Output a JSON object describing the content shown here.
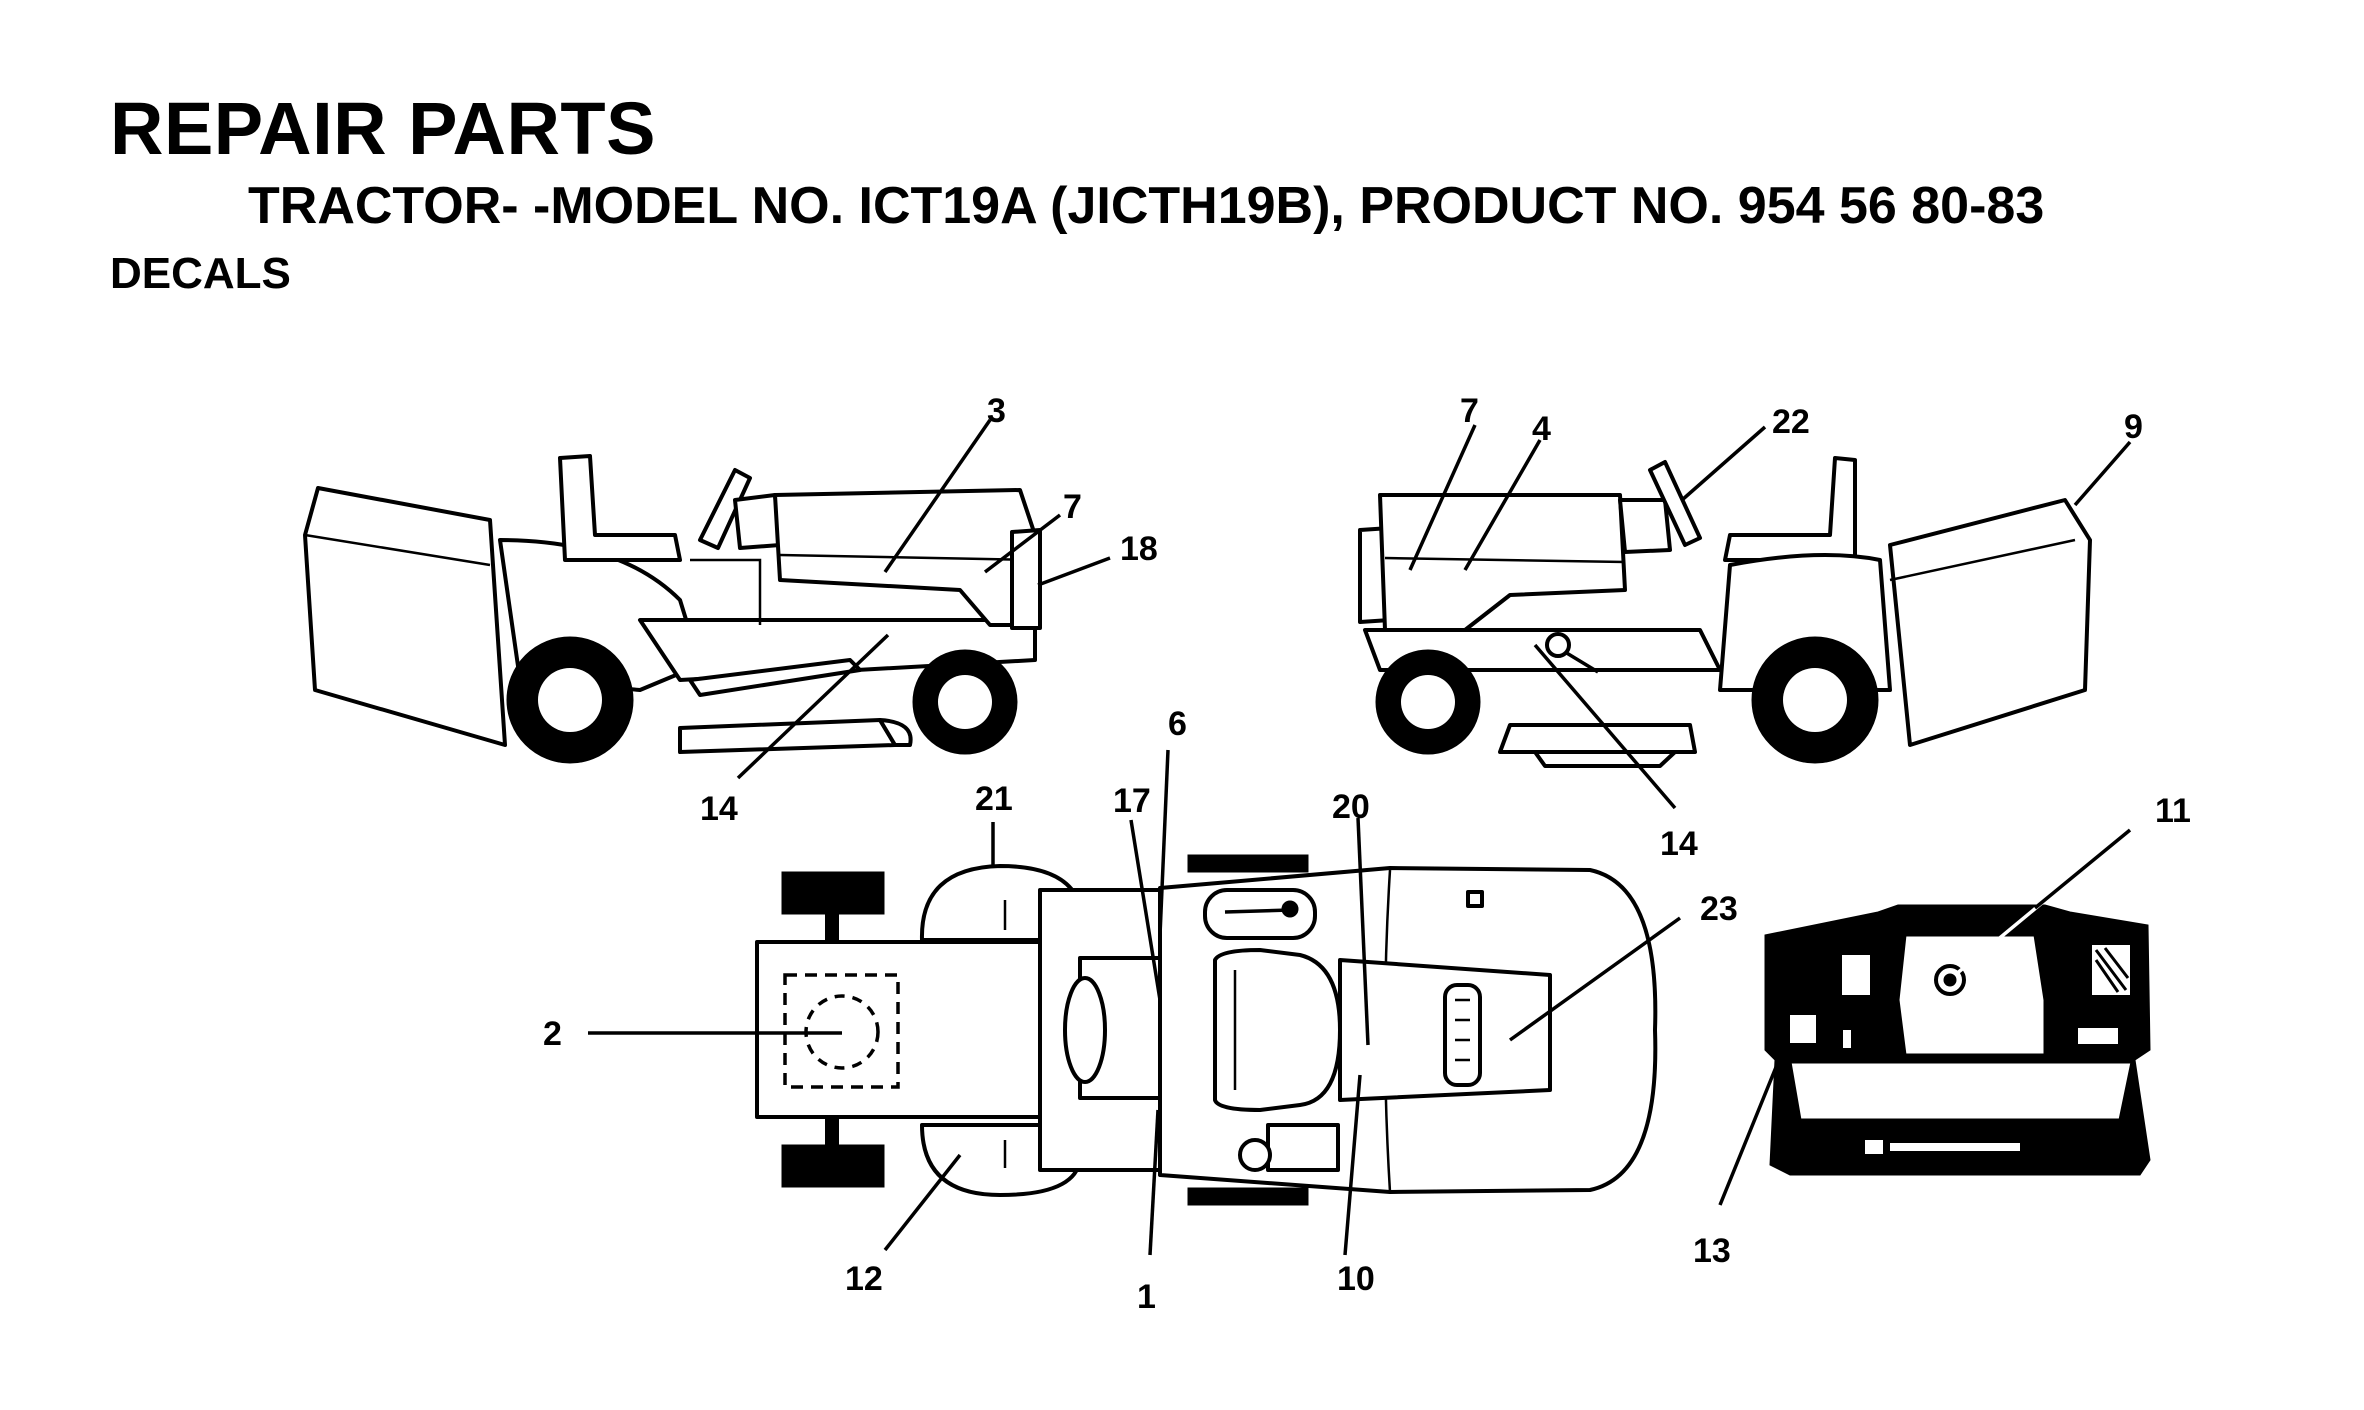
{
  "header": {
    "title": "REPAIR PARTS",
    "subtitle": "TRACTOR- -MODEL NO. ICT19A (JICTH19B), PRODUCT NO. 954 56 80-83",
    "section": "DECALS"
  },
  "callouts": {
    "left_side": [
      "3",
      "7",
      "18",
      "14"
    ],
    "right_side": [
      "7",
      "4",
      "22",
      "9",
      "14"
    ],
    "top_view": [
      "21",
      "17",
      "6",
      "20",
      "23",
      "2",
      "12",
      "1",
      "10"
    ],
    "rear_panel": [
      "11",
      "13"
    ]
  },
  "icons": {
    "left_view": "tractor-left-side-icon",
    "right_view": "tractor-right-side-icon",
    "top_view": "tractor-top-view-icon",
    "rear_view": "rear-panel-icon"
  },
  "colors": {
    "ink": "#000000",
    "paper": "#ffffff"
  }
}
